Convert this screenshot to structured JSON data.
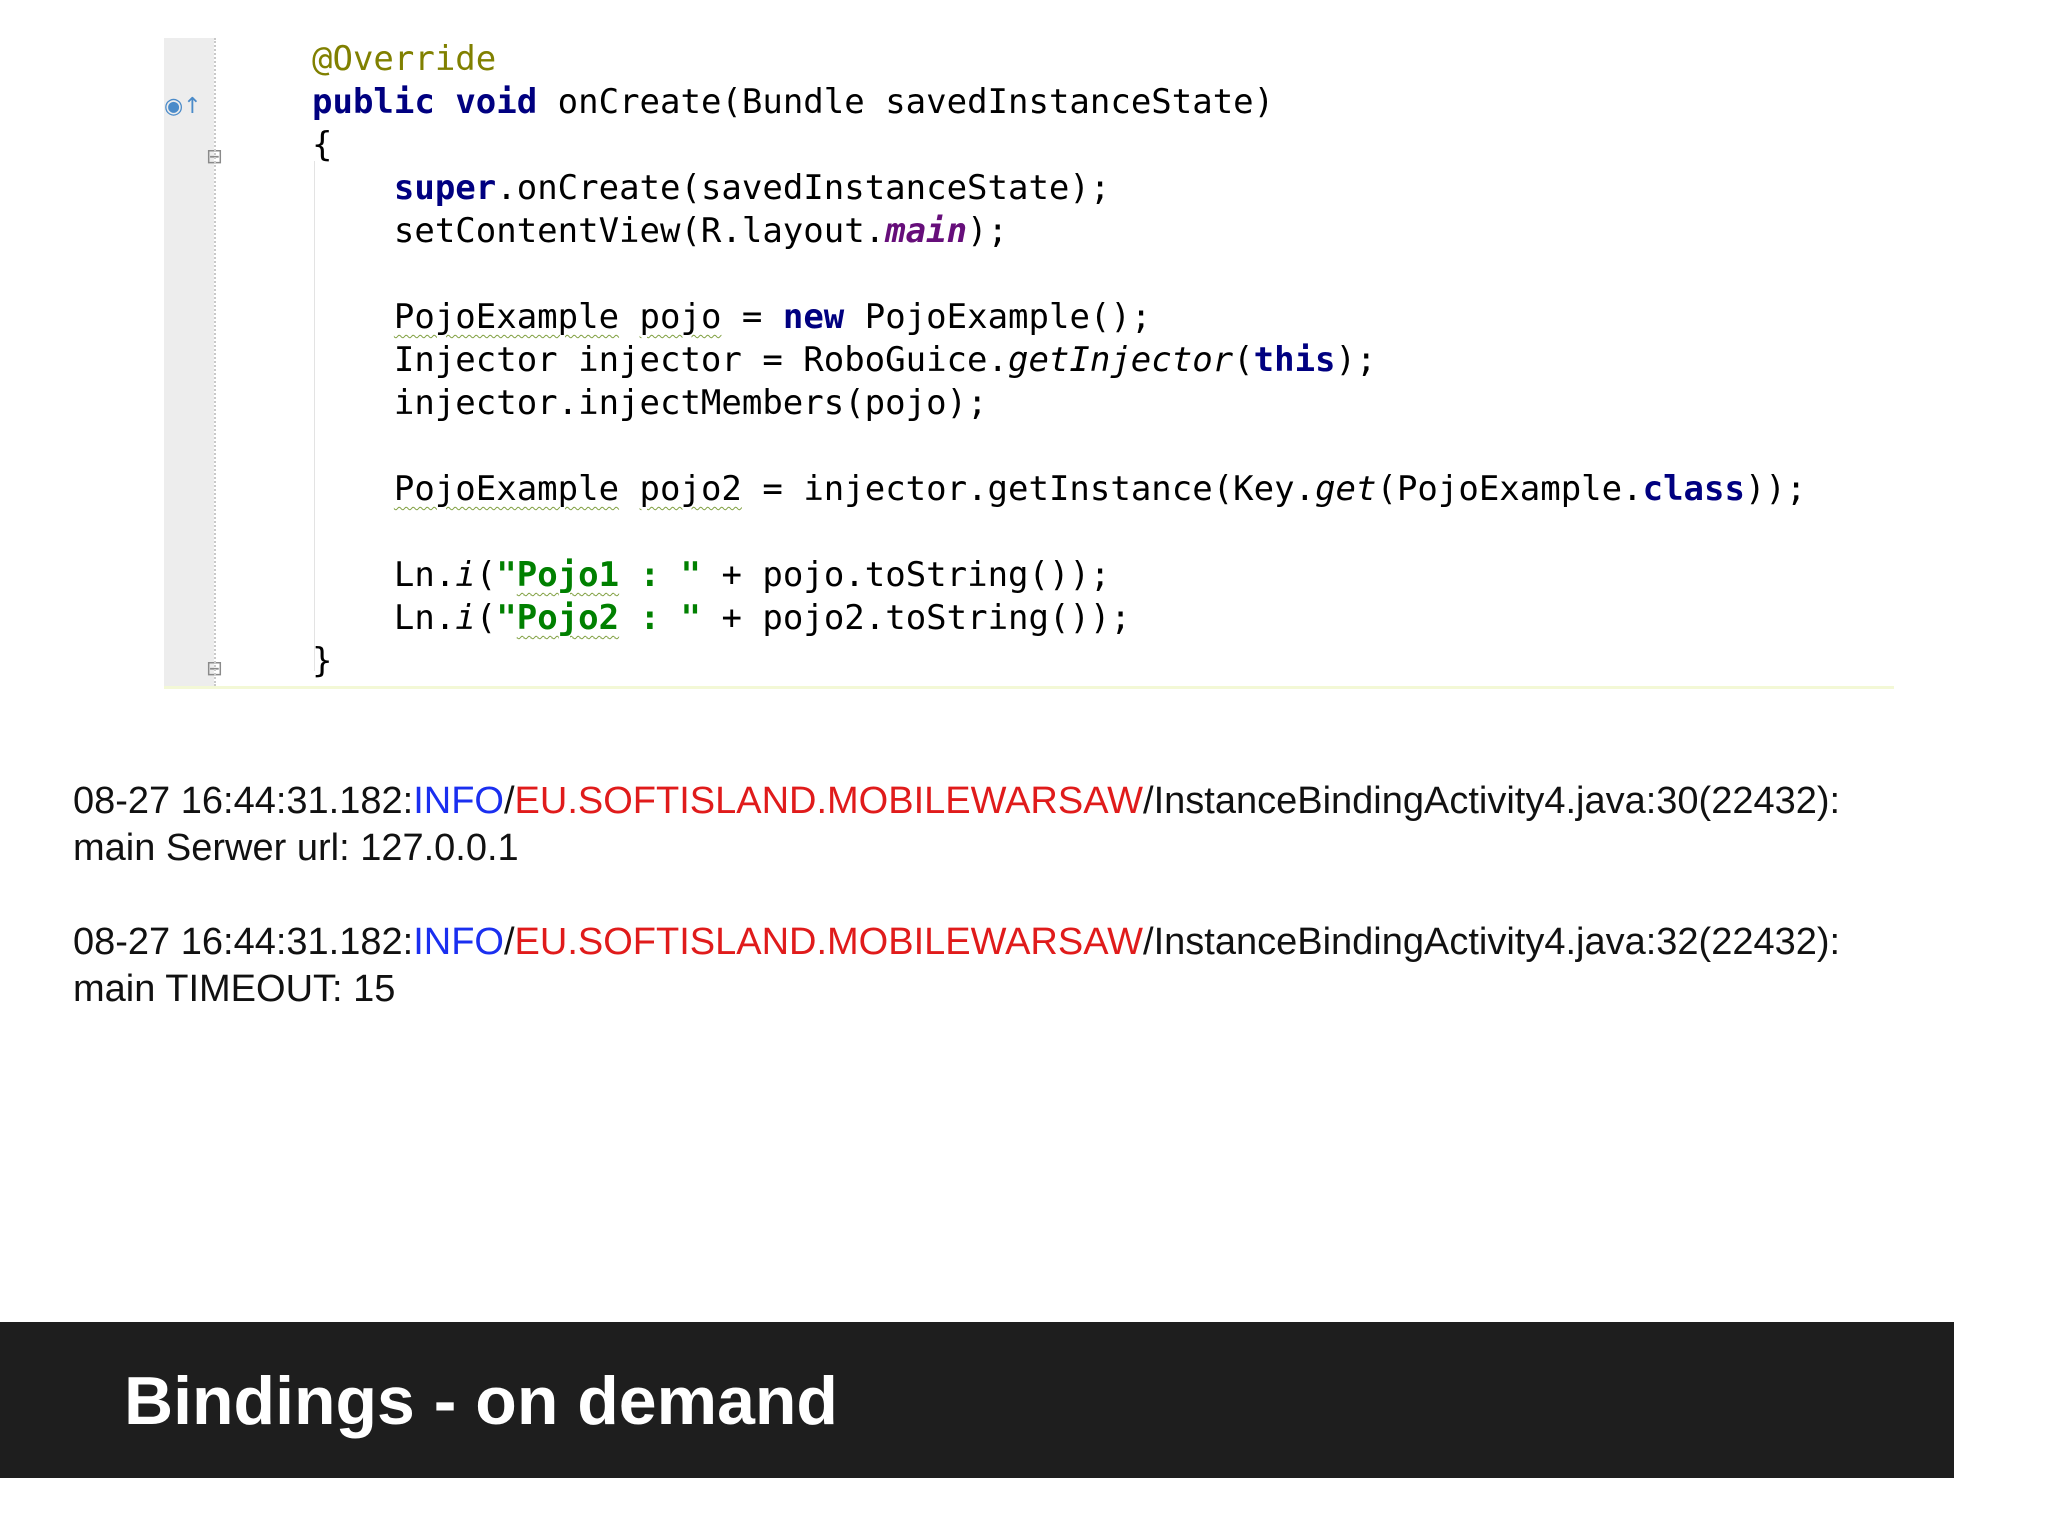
{
  "editor": {
    "code_lines": [
      [
        {
          "t": "@Override",
          "c": "ann"
        }
      ],
      [
        {
          "t": "public",
          "c": "kw"
        },
        {
          "t": " "
        },
        {
          "t": "void",
          "c": "kw"
        },
        {
          "t": " onCreate(Bundle savedInstanceState)"
        }
      ],
      [
        {
          "t": "{"
        }
      ],
      [
        {
          "t": "    "
        },
        {
          "t": "super",
          "c": "kw"
        },
        {
          "t": ".onCreate(savedInstanceState);"
        }
      ],
      [
        {
          "t": "    setContentView(R.layout."
        },
        {
          "t": "main",
          "c": "fld"
        },
        {
          "t": ");"
        }
      ],
      [
        {
          "t": ""
        }
      ],
      [
        {
          "t": "    "
        },
        {
          "t": "PojoExample",
          "c": "wavy"
        },
        {
          "t": " "
        },
        {
          "t": "pojo",
          "c": "wavy"
        },
        {
          "t": " = "
        },
        {
          "t": "new",
          "c": "kw"
        },
        {
          "t": " PojoExample();"
        }
      ],
      [
        {
          "t": "    Injector injector = RoboGuice."
        },
        {
          "t": "getInjector",
          "c": "it"
        },
        {
          "t": "("
        },
        {
          "t": "this",
          "c": "kw"
        },
        {
          "t": ");"
        }
      ],
      [
        {
          "t": "    injector.injectMembers(pojo);"
        }
      ],
      [
        {
          "t": ""
        }
      ],
      [
        {
          "t": "    "
        },
        {
          "t": "PojoExample",
          "c": "wavy"
        },
        {
          "t": " "
        },
        {
          "t": "pojo2",
          "c": "wavy"
        },
        {
          "t": " = injector.getInstance(Key."
        },
        {
          "t": "get",
          "c": "it"
        },
        {
          "t": "(PojoExample."
        },
        {
          "t": "class",
          "c": "kw"
        },
        {
          "t": "));"
        }
      ],
      [
        {
          "t": ""
        }
      ],
      [
        {
          "t": "    Ln."
        },
        {
          "t": "i",
          "c": "it"
        },
        {
          "t": "("
        },
        {
          "t": "\"",
          "c": "str"
        },
        {
          "t": "Pojo1",
          "c": "str wavy"
        },
        {
          "t": " : \"",
          "c": "str"
        },
        {
          "t": " + pojo.toString());"
        }
      ],
      [
        {
          "t": "    Ln."
        },
        {
          "t": "i",
          "c": "it"
        },
        {
          "t": "("
        },
        {
          "t": "\"",
          "c": "str"
        },
        {
          "t": "Pojo2",
          "c": "str wavy"
        },
        {
          "t": " : \"",
          "c": "str"
        },
        {
          "t": " + pojo2.toString());"
        }
      ],
      [
        {
          "t": "}"
        }
      ]
    ],
    "gutter_icons": {
      "override": "override-method-icon",
      "fold_open": "fold-collapse-icon",
      "fold_close": "fold-end-icon"
    }
  },
  "log": {
    "entries": [
      {
        "timestamp": "08-27 16:44:31.182:",
        "level": "INFO",
        "sep1": "/",
        "tag": "EU.SOFTISLAND.MOBILEWARSAW",
        "source": "/InstanceBindingActivity4.java:30(22432):",
        "message": "main Serwer url: 127.0.0.1"
      },
      {
        "timestamp": "08-27 16:44:31.182:",
        "level": "INFO",
        "sep1": "/",
        "tag": "EU.SOFTISLAND.MOBILEWARSAW",
        "source": "/InstanceBindingActivity4.java:32(22432):",
        "message": "main TIMEOUT: 15"
      }
    ]
  },
  "slide": {
    "title": "Bindings - on demand"
  },
  "colors": {
    "level": "#1a2ff0",
    "tag": "#e01b1b",
    "title_bar": "#1e1e1e",
    "keyword": "#000080",
    "string": "#008000",
    "annotation": "#808000"
  }
}
